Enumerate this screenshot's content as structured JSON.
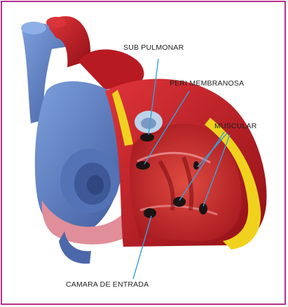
{
  "diagram": {
    "labels": {
      "sub_pulmonar": "SUB PULMONAR",
      "peri_membranosa": "PERI MEMBRANOSA",
      "muscular": "MUSCULAR",
      "camara_de_entrada": "CAMARA DE ENTRADA"
    },
    "colors": {
      "frame": "#b7308c",
      "leader_line": "#3aa0d8",
      "venous_blue": "#5f7fbf",
      "muscle_red": "#c8202a",
      "fat_yellow": "#f0d21e"
    }
  }
}
